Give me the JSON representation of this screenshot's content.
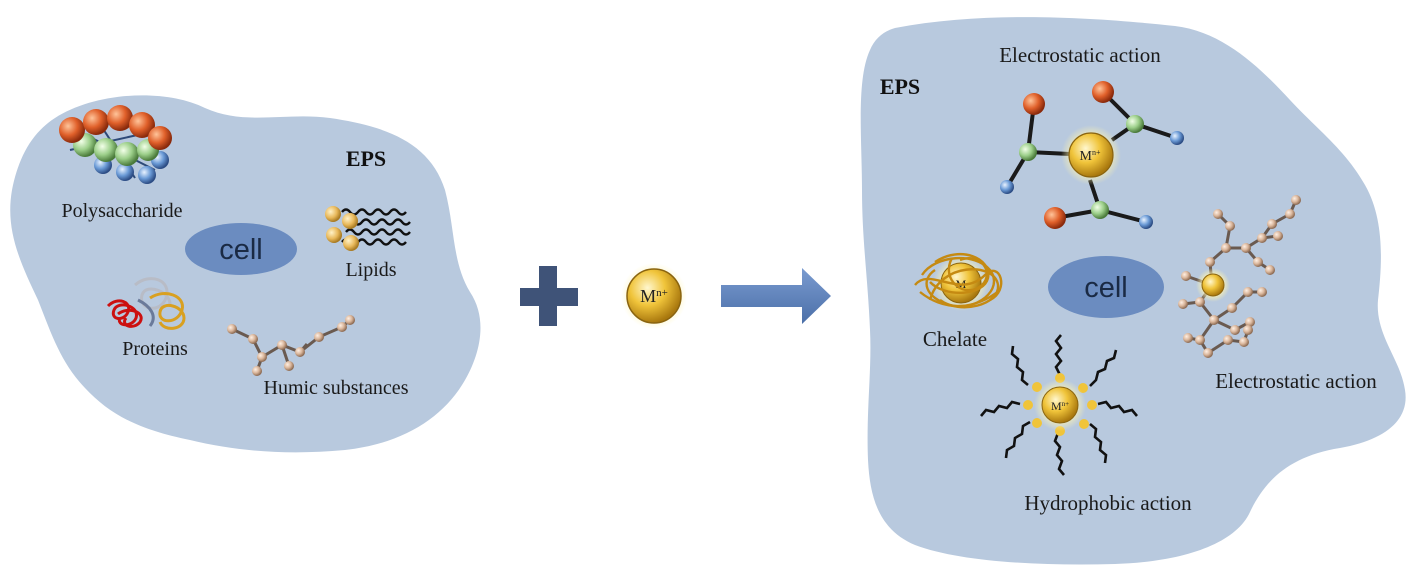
{
  "left_panel": {
    "eps_label": "EPS",
    "cell_label": "cell",
    "components": {
      "polysaccharide": "Polysaccharide",
      "lipids": "Lipids",
      "proteins": "Proteins",
      "humic": "Humic substances"
    }
  },
  "operator": {
    "plus_icon": "plus-icon",
    "metal_ion_main": "M",
    "metal_ion_sup": "n+",
    "arrow_icon": "right-arrow-icon"
  },
  "right_panel": {
    "eps_label": "EPS",
    "cell_label": "cell",
    "interactions": {
      "electrostatic_top": "Electrostatic action",
      "chelate": "Chelate",
      "electrostatic_right": "Electrostatic action",
      "hydrophobic": "Hydrophobic action"
    },
    "ion_labels": {
      "electrostatic_main": "M",
      "electrostatic_sup": "n+",
      "chelate": "M",
      "hydrophobic_main": "M",
      "hydrophobic_sup": "n+"
    }
  },
  "colors": {
    "eps_blob": "#b8c9de",
    "cell": "#6b8cc0",
    "operator": "#3f5378",
    "arrow": "#5b7fb8",
    "metal_ion": "#f0c43a",
    "sphere_orange": "#e0602a",
    "sphere_green": "#9ccf8a",
    "sphere_blue": "#6a9ad6",
    "humic_bead": "#d9b59a"
  }
}
